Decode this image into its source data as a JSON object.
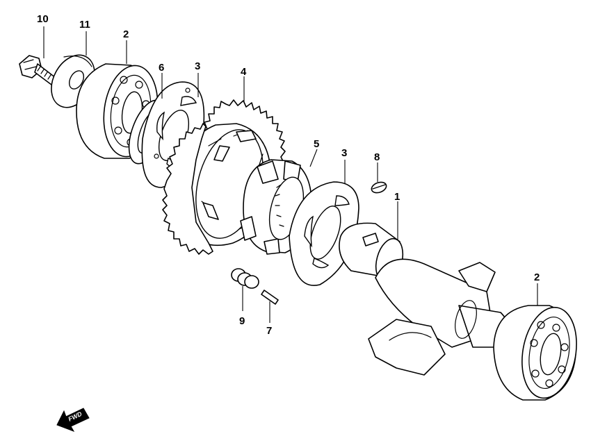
{
  "diagram": {
    "callouts": [
      {
        "id": "c10",
        "label": "10"
      },
      {
        "id": "c11",
        "label": "11"
      },
      {
        "id": "c2a",
        "label": "2"
      },
      {
        "id": "c6",
        "label": "6"
      },
      {
        "id": "c3a",
        "label": "3"
      },
      {
        "id": "c4",
        "label": "4"
      },
      {
        "id": "c5",
        "label": "5"
      },
      {
        "id": "c3b",
        "label": "3"
      },
      {
        "id": "c8",
        "label": "8"
      },
      {
        "id": "c1",
        "label": "1"
      },
      {
        "id": "c2b",
        "label": "2"
      },
      {
        "id": "c9",
        "label": "9"
      },
      {
        "id": "c7",
        "label": "7"
      }
    ],
    "direction_badge": {
      "label": "FWD",
      "icon": "arrow-down-left-icon"
    }
  }
}
